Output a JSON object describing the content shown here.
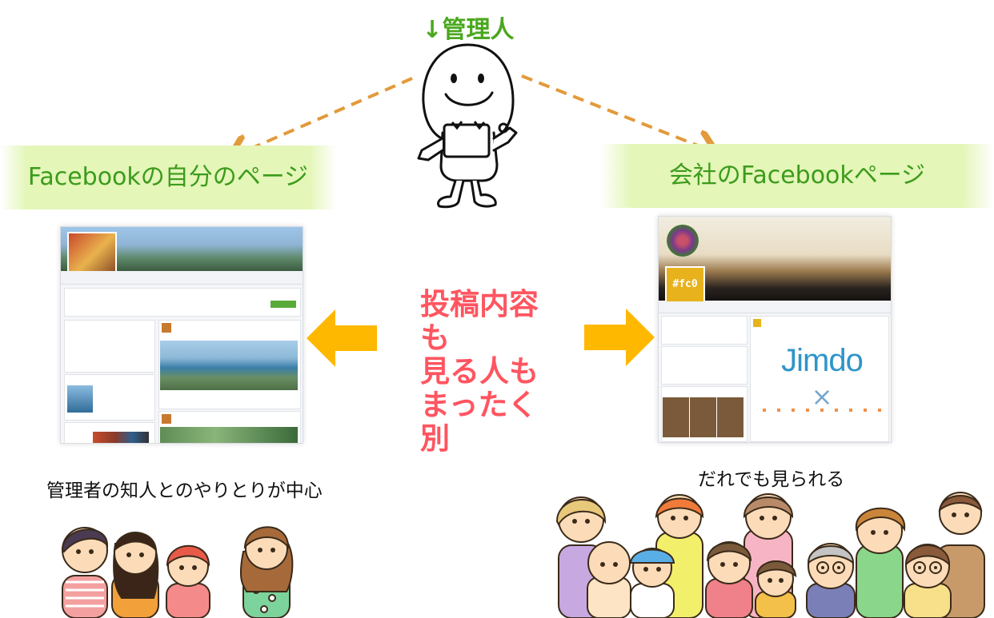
{
  "admin_label": "↓管理人",
  "left": {
    "title": "Facebookの自分のページ",
    "caption": "管理者の知人とのやりとりが中心"
  },
  "right": {
    "title": "会社のFacebookページ",
    "caption": "だれでも見られる",
    "page_logo": "#fc0",
    "brand_text": "Jimdo",
    "cross": "×"
  },
  "center": {
    "lines": [
      "投稿内容も",
      "見る人も",
      "まったく別"
    ]
  },
  "colors": {
    "green": "#3c9b1c",
    "banner_bg": "#e4f6b8",
    "red": "#ff5560",
    "arrow_orange": "#ffb800",
    "dash_orange": "#e39a3a"
  }
}
